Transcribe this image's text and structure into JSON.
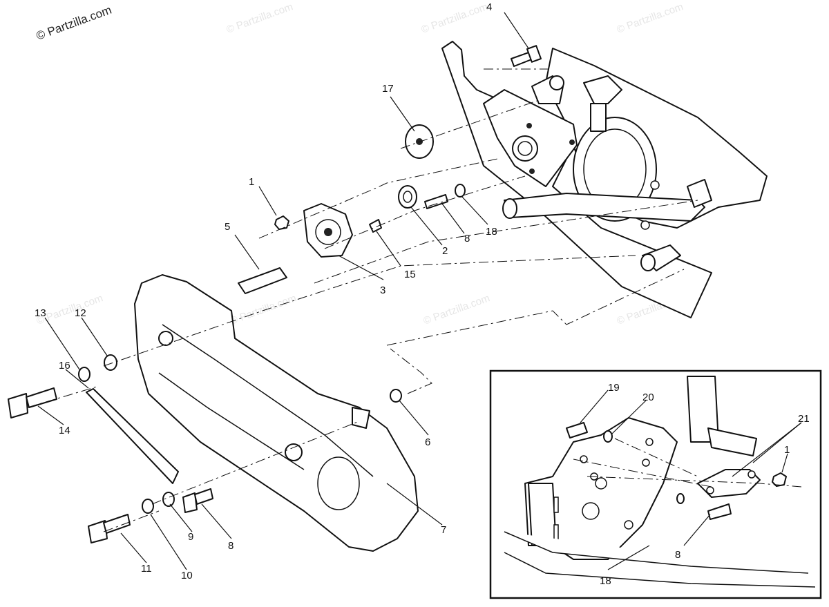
{
  "watermarks": {
    "corner": "© Partzilla.com",
    "faint": "© Partzilla.com"
  },
  "callouts": {
    "c1": "1",
    "c2": "2",
    "c3": "3",
    "c4": "4",
    "c5": "5",
    "c6": "6",
    "c7": "7",
    "c8a": "8",
    "c8b": "8",
    "c9": "9",
    "c10": "10",
    "c11": "11",
    "c12": "12",
    "c13": "13",
    "c14": "14",
    "c15": "15",
    "c16": "16",
    "c17": "17",
    "c18": "18"
  },
  "inset_callouts": {
    "c19": "19",
    "c20": "20",
    "c21": "21",
    "c1": "1",
    "c8": "8",
    "c18": "18"
  },
  "colors": {
    "line": "#111111",
    "background": "#ffffff",
    "watermark": "#e6e6e6"
  }
}
